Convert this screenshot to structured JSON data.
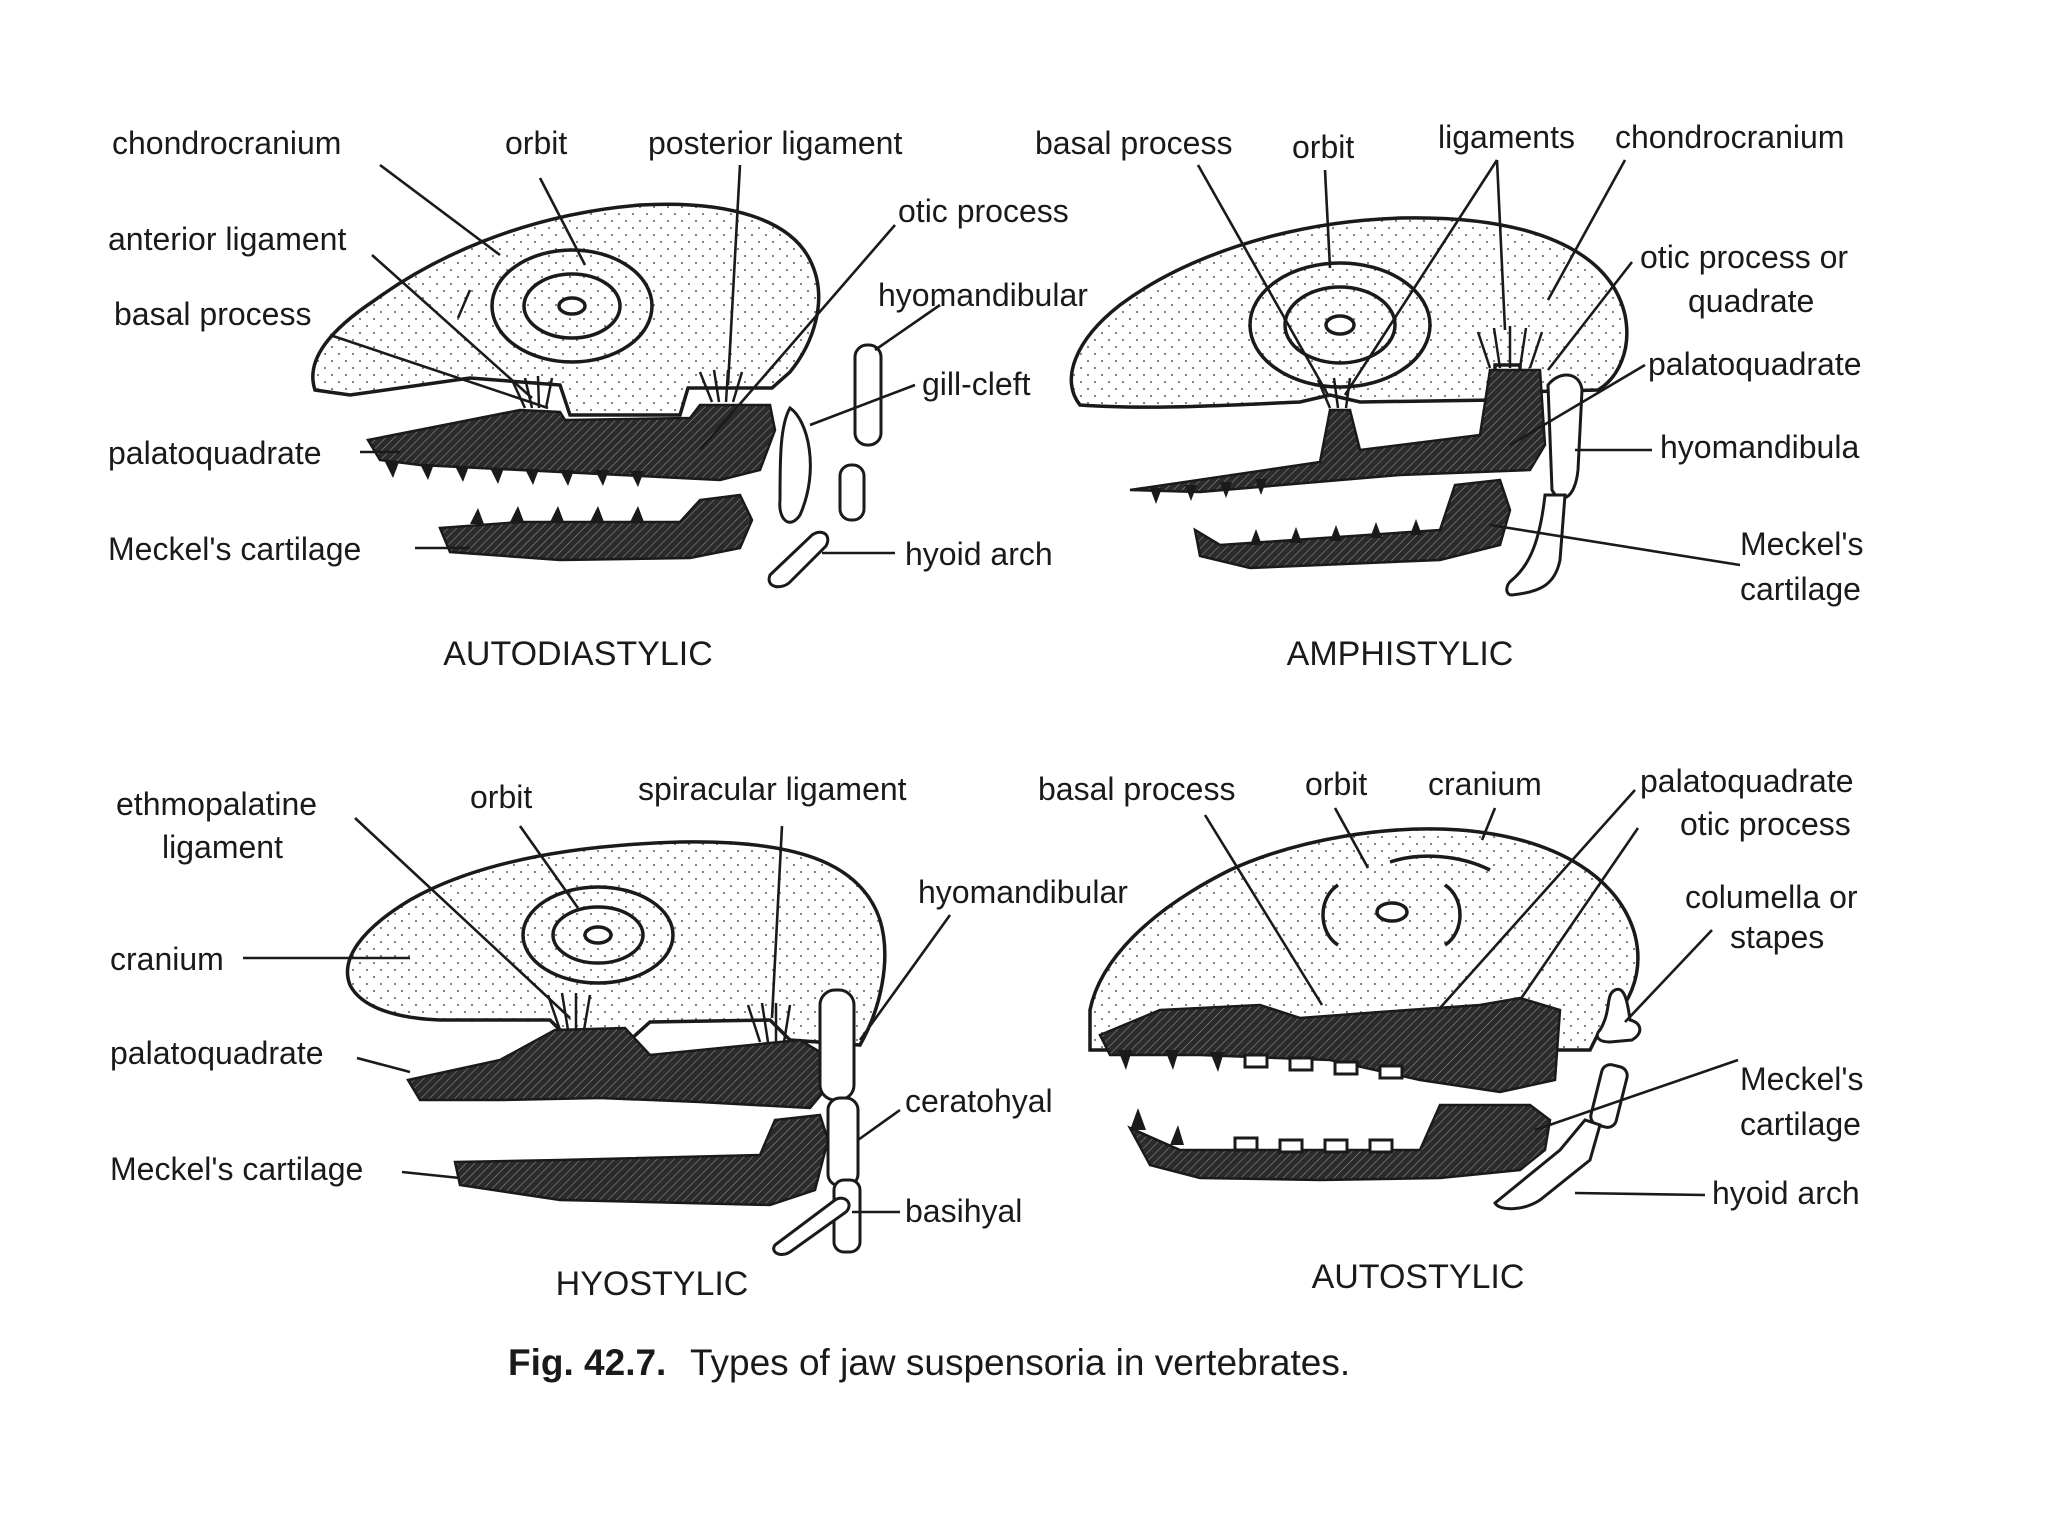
{
  "panels": {
    "autodiastylic": {
      "title": "AUTODIASTYLIC",
      "labels": {
        "chondrocranium": "chondrocranium",
        "orbit": "orbit",
        "posterior_ligament": "posterior ligament",
        "anterior_ligament": "anterior ligament",
        "basal_process": "basal process",
        "otic_process": "otic process",
        "hyomandibular": "hyomandibular",
        "gill_cleft": "gill-cleft",
        "palatoquadrate": "palatoquadrate",
        "meckels_cartilage": "Meckel's cartilage",
        "hyoid_arch": "hyoid arch"
      }
    },
    "amphistylic": {
      "title": "AMPHISTYLIC",
      "labels": {
        "basal_process": "basal process",
        "orbit": "orbit",
        "ligaments": "ligaments",
        "chondrocranium": "chondrocranium",
        "otic_process_line1": "otic process or",
        "otic_process_line2": "quadrate",
        "palatoquadrate": "palatoquadrate",
        "hyomandibula": "hyomandibula",
        "meckels_line1": "Meckel's",
        "meckels_line2": "cartilage"
      }
    },
    "hyostylic": {
      "title": "HYOSTYLIC",
      "labels": {
        "ethmopalatine_line1": "ethmopalatine",
        "ethmopalatine_line2": "ligament",
        "orbit": "orbit",
        "spiracular_ligament": "spiracular ligament",
        "hyomandibular": "hyomandibular",
        "cranium": "cranium",
        "palatoquadrate": "palatoquadrate",
        "ceratohyal": "ceratohyal",
        "meckels_cartilage": "Meckel's cartilage",
        "basihyal": "basihyal"
      }
    },
    "autostylic": {
      "title": "AUTOSTYLIC",
      "labels": {
        "basal_process": "basal process",
        "orbit": "orbit",
        "cranium": "cranium",
        "palatoquadrate": "palatoquadrate",
        "otic_process": "otic process",
        "columella_line1": "columella or",
        "columella_line2": "stapes",
        "meckels_line1": "Meckel's",
        "meckels_line2": "cartilage",
        "hyoid_arch": "hyoid arch"
      }
    }
  },
  "caption": {
    "number": "Fig. 42.7.",
    "text": "Types of jaw suspensoria in vertebrates."
  }
}
